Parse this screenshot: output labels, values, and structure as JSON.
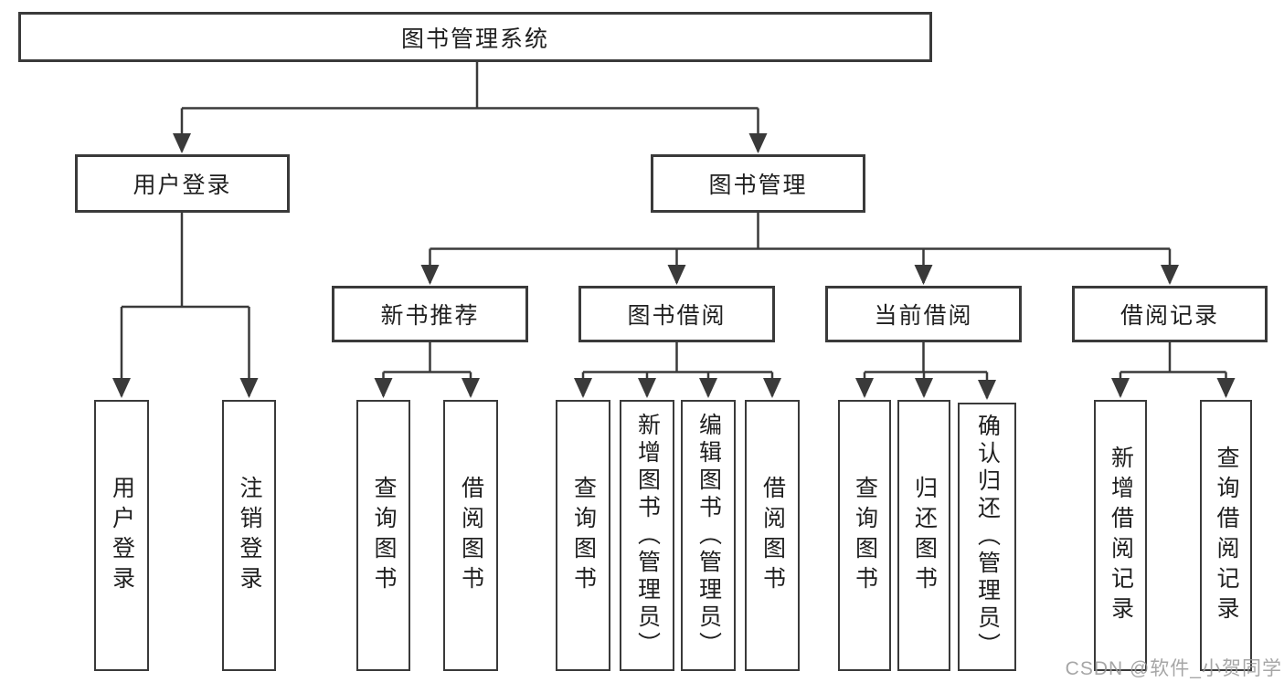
{
  "diagram_title": "图书管理系统",
  "tree": {
    "label": "图书管理系统",
    "children": [
      {
        "label": "用户登录",
        "children": [
          {
            "label": "用户登录"
          },
          {
            "label": "注销登录"
          }
        ]
      },
      {
        "label": "图书管理",
        "children": [
          {
            "label": "新书推荐",
            "children": [
              {
                "label": "查询图书"
              },
              {
                "label": "借阅图书"
              }
            ]
          },
          {
            "label": "图书借阅",
            "children": [
              {
                "label": "查询图书"
              },
              {
                "label": "新增图书（管理员）"
              },
              {
                "label": "编辑图书（管理员）"
              },
              {
                "label": "借阅图书"
              }
            ]
          },
          {
            "label": "当前借阅",
            "children": [
              {
                "label": "查询图书"
              },
              {
                "label": "归还图书"
              },
              {
                "label": "确认归还（管理员）"
              }
            ]
          },
          {
            "label": "借阅记录",
            "children": [
              {
                "label": "新增借阅记录"
              },
              {
                "label": "查询借阅记录"
              }
            ]
          }
        ]
      }
    ]
  },
  "watermark": {
    "text": "CSDN @软件_小贺同学"
  },
  "colors": {
    "line": "#3a3a3a",
    "box_border": "#3a3a3a",
    "text": "#1f1f1f",
    "watermark": "#969696",
    "background": "#ffffff"
  }
}
